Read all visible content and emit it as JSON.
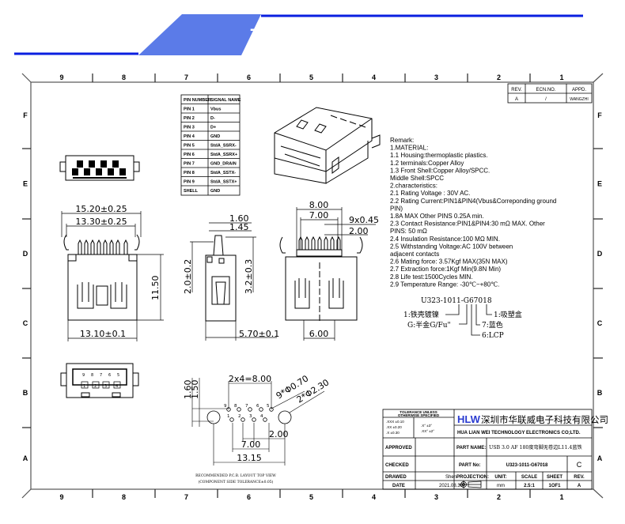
{
  "banner": {
    "title": "产品图纸",
    "accent_color": "#5b7be8",
    "line_color": "#0a1fe0"
  },
  "frame": {
    "columns": [
      "9",
      "8",
      "7",
      "6",
      "5",
      "4",
      "3",
      "2",
      "1"
    ],
    "rows": [
      "F",
      "E",
      "D",
      "C",
      "B",
      "A"
    ]
  },
  "revision_table": {
    "headers": [
      "REV.",
      "ECN.NO.",
      "APPD."
    ],
    "values": [
      "A",
      "/",
      "WANGZHI"
    ]
  },
  "pin_table": {
    "headers": [
      "PIN NUMBER",
      "SIGNAL NAME"
    ],
    "rows": [
      [
        "PIN 1",
        "Vbus"
      ],
      [
        "PIN 2",
        "D-"
      ],
      [
        "PIN 3",
        "D+"
      ],
      [
        "PIN 4",
        "GND"
      ],
      [
        "PIN 5",
        "StdA_SSRX-"
      ],
      [
        "PIN 6",
        "StdA_SSRX+"
      ],
      [
        "PIN 7",
        "GND_DRAIN"
      ],
      [
        "PIN 8",
        "StdA_SSTX-"
      ],
      [
        "PIN 9",
        "StdA_SSTX+"
      ],
      [
        "SHELL",
        "GND"
      ]
    ]
  },
  "remarks": [
    "Remark:",
    "1.MATERIAL:",
    "  1.1  Housing:thermoplastic plastics.",
    "  1.2  terminals:Copper Alloy",
    "  1.3  Front Shell:Copper Alloy/SPCC.",
    "         Middle Shell:SPCC",
    "2.characteristics:",
    "  2.1  Rating Voltage : 30V AC.",
    "  2.2  Rating Current:PIN1&PIN4(Vbus&Correponding ground",
    "PIN)",
    "         1.8A MAX    Other PINS 0.25A min.",
    "  2.3  Contact Resistance:PIN1&PIN4:30 mΩ MAX. Other",
    "PINS: 50 mΩ",
    "  2.4  Insulation Resistance:100 MΩ MIN.",
    "  2.5  Withstanding Voltage:AC 100V between",
    "         adjacent contacts",
    "  2.6  Mating force: 3.57Kgf MAX(35N MAX)",
    "  2.7  Extraction force:1Kgf Min(9.8N Min)",
    "  2.8  Life test:1500Cycles MIN.",
    "  2.9  Temperature Range: -30℃~+80℃."
  ],
  "part_code": {
    "code": "U323-1011-G67018",
    "legend": [
      "1:铁壳镀镍",
      "G:半金G/Fu\"",
      "6:LCP",
      "7:蓝色",
      "1:吸塑盒"
    ]
  },
  "dimensions": {
    "front": [
      "15.20±0.25",
      "13.30±0.25",
      "11.50",
      "13.10±0.1"
    ],
    "side": [
      "1.60",
      "1.45",
      "2.0±0.2",
      "3.2±0.3",
      "5.70±0.1"
    ],
    "rear": [
      "8.00",
      "7.00",
      "9x0.45",
      "2.00",
      "6.00"
    ],
    "pcb": [
      "1.60",
      "1.50",
      "2x4=8.00",
      "9*Φ0.70",
      "2*Φ2.30",
      "2.00",
      "7.00",
      "13.15"
    ],
    "pcb_pin_labels": [
      "9",
      "8",
      "7",
      "6",
      "5",
      "1",
      "2",
      "3",
      "4"
    ],
    "face_pin_labels": [
      "9",
      "8",
      "7",
      "6",
      "5",
      "1",
      "2",
      "3",
      "4"
    ]
  },
  "pcb_caption": [
    "RECOMMENDED P.C.B. LAYOUT TOP VIEW",
    "(COMPONENT SIDE TOLERANCE±0.05)"
  ],
  "title_block": {
    "tolerance_title": [
      "TOLERANCE UNLESS",
      "OTHERWISE SPECIFIED"
    ],
    "tolerance_values": [
      ".XXX ±0.10",
      ".XX ±0.20",
      ".X ±0.30"
    ],
    "angle_values": [
      ".X° ±3°",
      ".XX° ±2°"
    ],
    "company_logo": "HLW",
    "company_cn": "深圳市华联威电子科技有限公司",
    "company_en": "HUA LIAN WEI TECHNOLOGY ELECTRONICS CO;LTD.",
    "approved_label": "APPROVED",
    "approved_value": "",
    "part_name_label": "PART NAME:",
    "part_name": "USB 3.0 AF 180度弯脚无卷边L11.4蓝铁",
    "checked_label": "CHECKED",
    "checked_value": "",
    "part_no_label": "PART No:",
    "part_no": "U323-1011-G67018",
    "rev_value": "C",
    "drawed_label": "DRAWED",
    "drawed_value": "Shen",
    "projection_label": "PROJECTION:",
    "unit_label": "UNIT:",
    "scale_label": "SCALE",
    "sheet_label": "SHEET",
    "rev_label": "REV.",
    "date_label": "DATE",
    "date_value": "2021.08.30",
    "unit_value": "mm",
    "scale_value": "2.5:1",
    "sheet_value": "1OF1",
    "rev_letter": "A"
  }
}
